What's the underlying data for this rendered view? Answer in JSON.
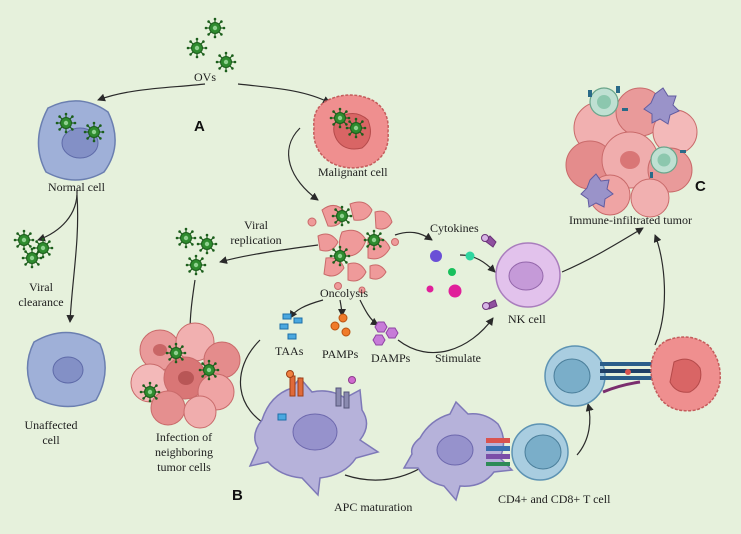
{
  "colors": {
    "background": "#e6f1dc",
    "virus": "#2e8b2e",
    "normal_cell": "#9fb0d8",
    "malignant_cell": "#ef8f8f",
    "apc": "#b6b2da",
    "nk_cell": "#e2c2ec",
    "t_cell": "#a9cde0"
  },
  "labels": {
    "ovs": "OVs",
    "panel_a": "A",
    "panel_b": "B",
    "panel_c": "C",
    "normal_cell": "Normal cell",
    "malignant_cell": "Malignant cell",
    "viral_clearance_1": "Viral",
    "viral_clearance_2": "clearance",
    "unaffected_1": "Unaffected",
    "unaffected_2": "cell",
    "viral_replication_1": "Viral",
    "viral_replication_2": "replication",
    "oncolysis": "Oncolysis",
    "cytokines": "Cytokines",
    "nk_cell": "NK cell",
    "taas": "TAAs",
    "pamps": "PAMPs",
    "damps": "DAMPs",
    "stimulate": "Stimulate",
    "infection_1": "Infection of",
    "infection_2": "neighboring",
    "infection_3": "tumor cells",
    "apc_maturation": "APC maturation",
    "t_cell": "CD4+ and CD8+ T cell",
    "immune_tumor": "Immune-infiltrated tumor"
  }
}
